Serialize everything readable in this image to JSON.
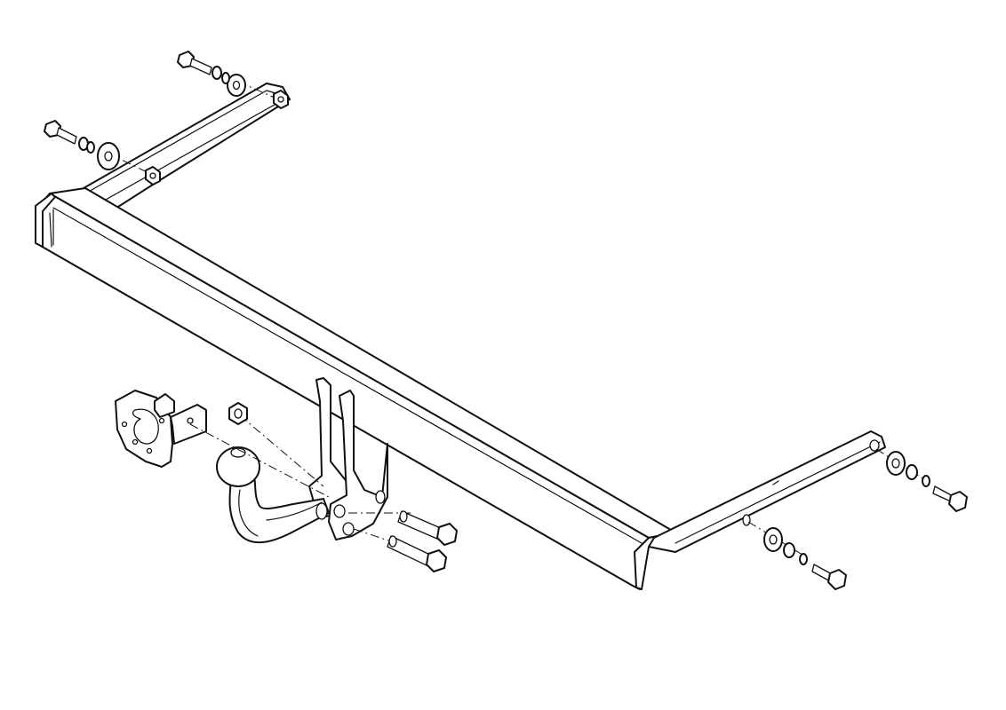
{
  "diagram": {
    "kind": "tow-bar-exploded-assembly",
    "line_color": "#111111",
    "background": "#ffffff",
    "parts": [
      "cross-beam",
      "left-side-bracket",
      "right-side-bracket",
      "center-mount-plates",
      "tow-ball-neck",
      "electrical-socket-plate",
      "bolts",
      "nuts",
      "washers",
      "spring-washers"
    ]
  }
}
